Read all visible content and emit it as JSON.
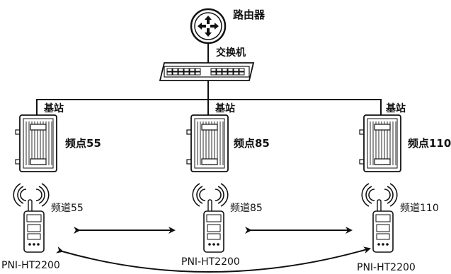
{
  "router": {
    "label": "路由器",
    "icon": "router-icon"
  },
  "switch": {
    "label": "交换机",
    "icon": "switch-icon"
  },
  "stations": [
    {
      "label": "基站",
      "freq_label": "频点55",
      "channel_label": "频道55",
      "radio_label": "PNI-HT2200"
    },
    {
      "label": "基站",
      "freq_label": "频点85",
      "channel_label": "频道85",
      "radio_label": "PNI-HT2200"
    },
    {
      "label": "基站",
      "freq_label": "频点110",
      "channel_label": "频道110",
      "radio_label": "PNI-HT2200"
    }
  ],
  "colors": {
    "line": "#111111",
    "device_fill": "#ffffff"
  }
}
